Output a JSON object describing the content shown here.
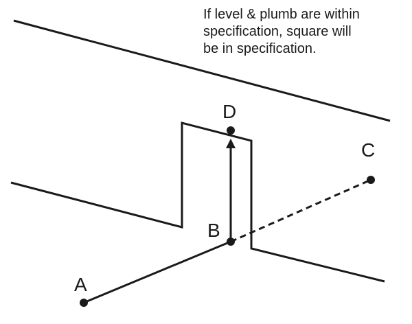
{
  "note": {
    "line1": "If level & plumb are within",
    "line2": "specification, square will",
    "line3": "be in specification."
  },
  "points": {
    "a": "A",
    "b": "B",
    "c": "C",
    "d": "D"
  },
  "colors": {
    "ink": "#1a1a1a",
    "background": "#ffffff"
  }
}
